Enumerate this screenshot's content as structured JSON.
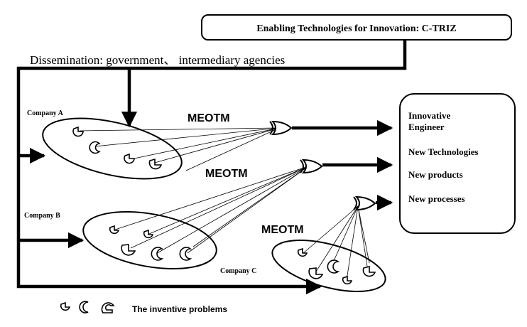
{
  "header_box": {
    "label": "Enabling Technologies for Innovation:  C-TRIZ"
  },
  "dissemination": {
    "label": "Dissemination:  government、 intermediary agencies"
  },
  "companies": [
    {
      "label": "Company A"
    },
    {
      "label": "Company B"
    },
    {
      "label": "Company C"
    }
  ],
  "meotm": [
    {
      "label": "MEOTM"
    },
    {
      "label": "MEOTM"
    },
    {
      "label": "MEOTM"
    }
  ],
  "outcomes": {
    "items": [
      "Innovative",
      "Engineer",
      "New Technologies",
      "New products",
      "New processes"
    ]
  },
  "legend": {
    "label": "The inventive problems",
    "icons": [
      "pie-cut-icon",
      "crescent-icon",
      "hook-icon"
    ]
  },
  "colors": {
    "ink": "#000000",
    "background": "#ffffff"
  }
}
